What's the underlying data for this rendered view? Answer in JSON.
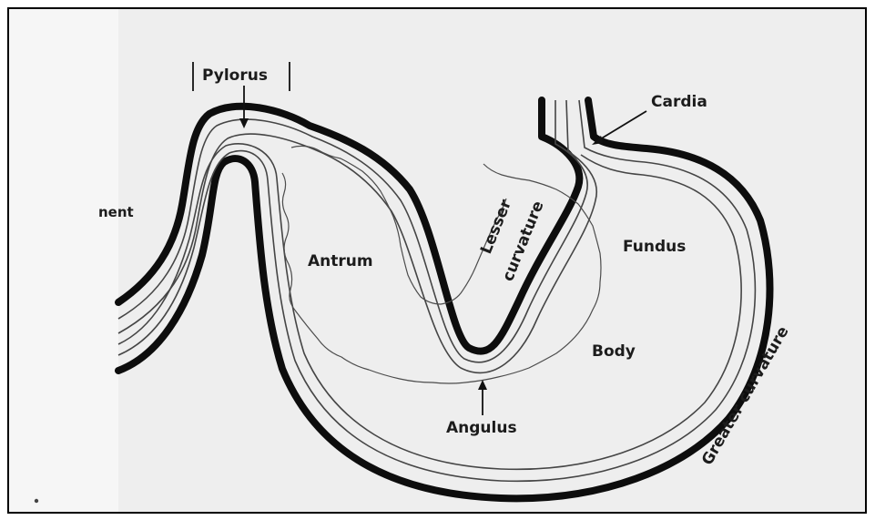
{
  "labels": {
    "pylorus": "Pylorus",
    "cardia": "Cardia",
    "antrum": "Antrum",
    "lesser": "Lesser",
    "curvature": "curvature",
    "fundus": "Fundus",
    "body": "Body",
    "angulus": "Angulus",
    "greater_curvature": "Greater curvature",
    "partial_left": "nent"
  },
  "colors": {
    "paper": "#eeeeee",
    "ink": "#0d0d0d"
  }
}
